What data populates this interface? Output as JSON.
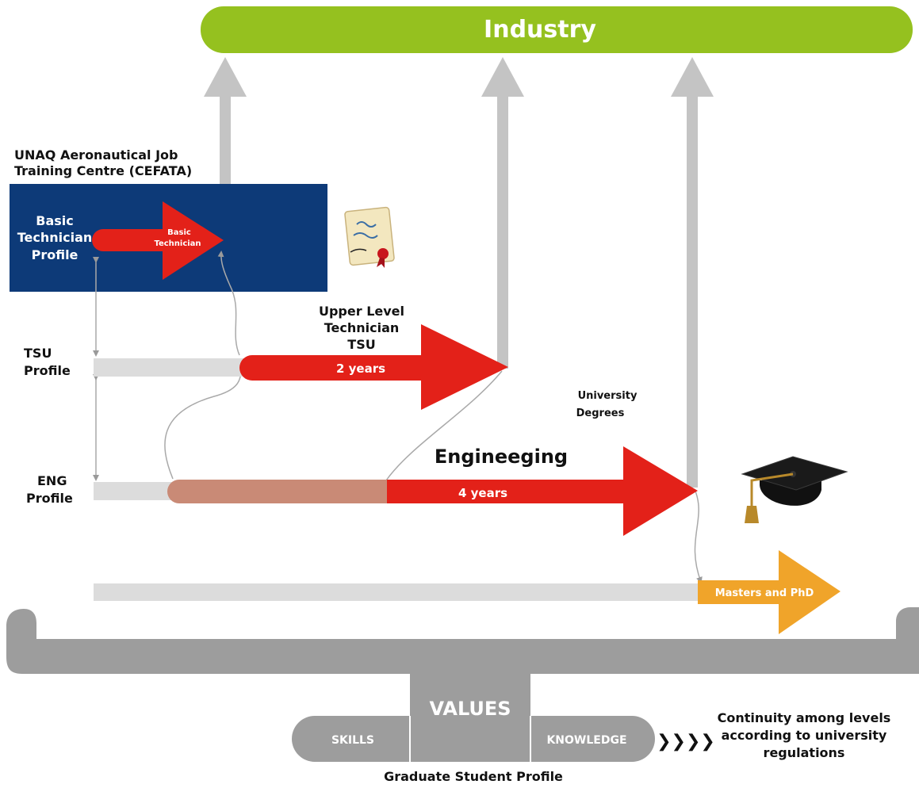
{
  "industry": {
    "label": "Industry"
  },
  "cefata": {
    "title_line1": "UNAQ Aeronautical Job",
    "title_line2": "Training Centre (CEFATA)"
  },
  "basic": {
    "profile_line1": "Basic",
    "profile_line2": "Technician",
    "profile_line3": "Profile",
    "arrow_line1": "Basic",
    "arrow_line2": "Technician"
  },
  "tsu": {
    "profile_line1": "TSU",
    "profile_line2": "Profile",
    "title_line1": "Upper Level",
    "title_line2": "Technician",
    "title_line3": "TSU",
    "duration": "2 years"
  },
  "university": {
    "line1": "University",
    "line2": "Degrees"
  },
  "eng": {
    "profile_line1": "ENG",
    "profile_line2": "Profile",
    "title": "Engineeging",
    "duration": "4 years"
  },
  "masters": {
    "label": "Masters and PhD"
  },
  "base": {
    "values": "VALUES",
    "skills": "SKILLS",
    "knowledge": "KNOWLEDGE",
    "chevrons": "❯❯❯❯",
    "continuity_line1": "Continuity among levels",
    "continuity_line2": "according to university",
    "continuity_line3": "regulations",
    "graduate_profile": "Graduate Student Profile"
  },
  "icons": {
    "diploma": "diploma-icon",
    "graduation_cap": "graduation-cap-icon"
  },
  "colors": {
    "industry_green": "#95c11f",
    "cefata_blue": "#0d3a78",
    "arrow_red": "#e32119",
    "partial_bar": "#c98a76",
    "masters_orange": "#f0a42a",
    "arrow_grey": "#c4c4c4",
    "base_grey": "#9d9d9d"
  }
}
